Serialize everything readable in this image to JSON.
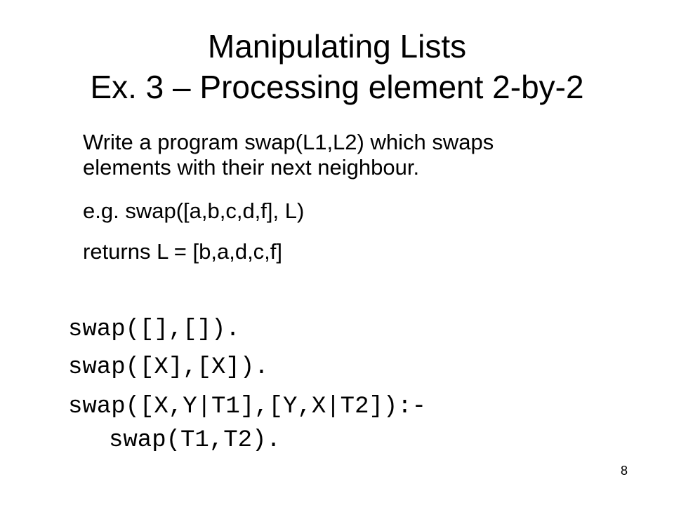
{
  "slide": {
    "title_line_1": "Manipulating Lists",
    "title_line_2": "Ex. 3 – Processing element 2-by-2",
    "body": {
      "task_line_1": "Write a program swap(L1,L2) which swaps",
      "task_line_2": "elements with their next neighbour.",
      "example": "e.g.  swap([a,b,c,d,f], L)",
      "result": "returns L = [b,a,d,c,f]"
    },
    "code_lines": [
      "swap([],[]).",
      "swap([X],[X]).",
      "swap([X,Y|T1],[Y,X|T2]):-",
      "swap(T1,T2)."
    ],
    "page_number": "8"
  },
  "colors": {
    "background": "#ffffff",
    "text": "#000000"
  }
}
